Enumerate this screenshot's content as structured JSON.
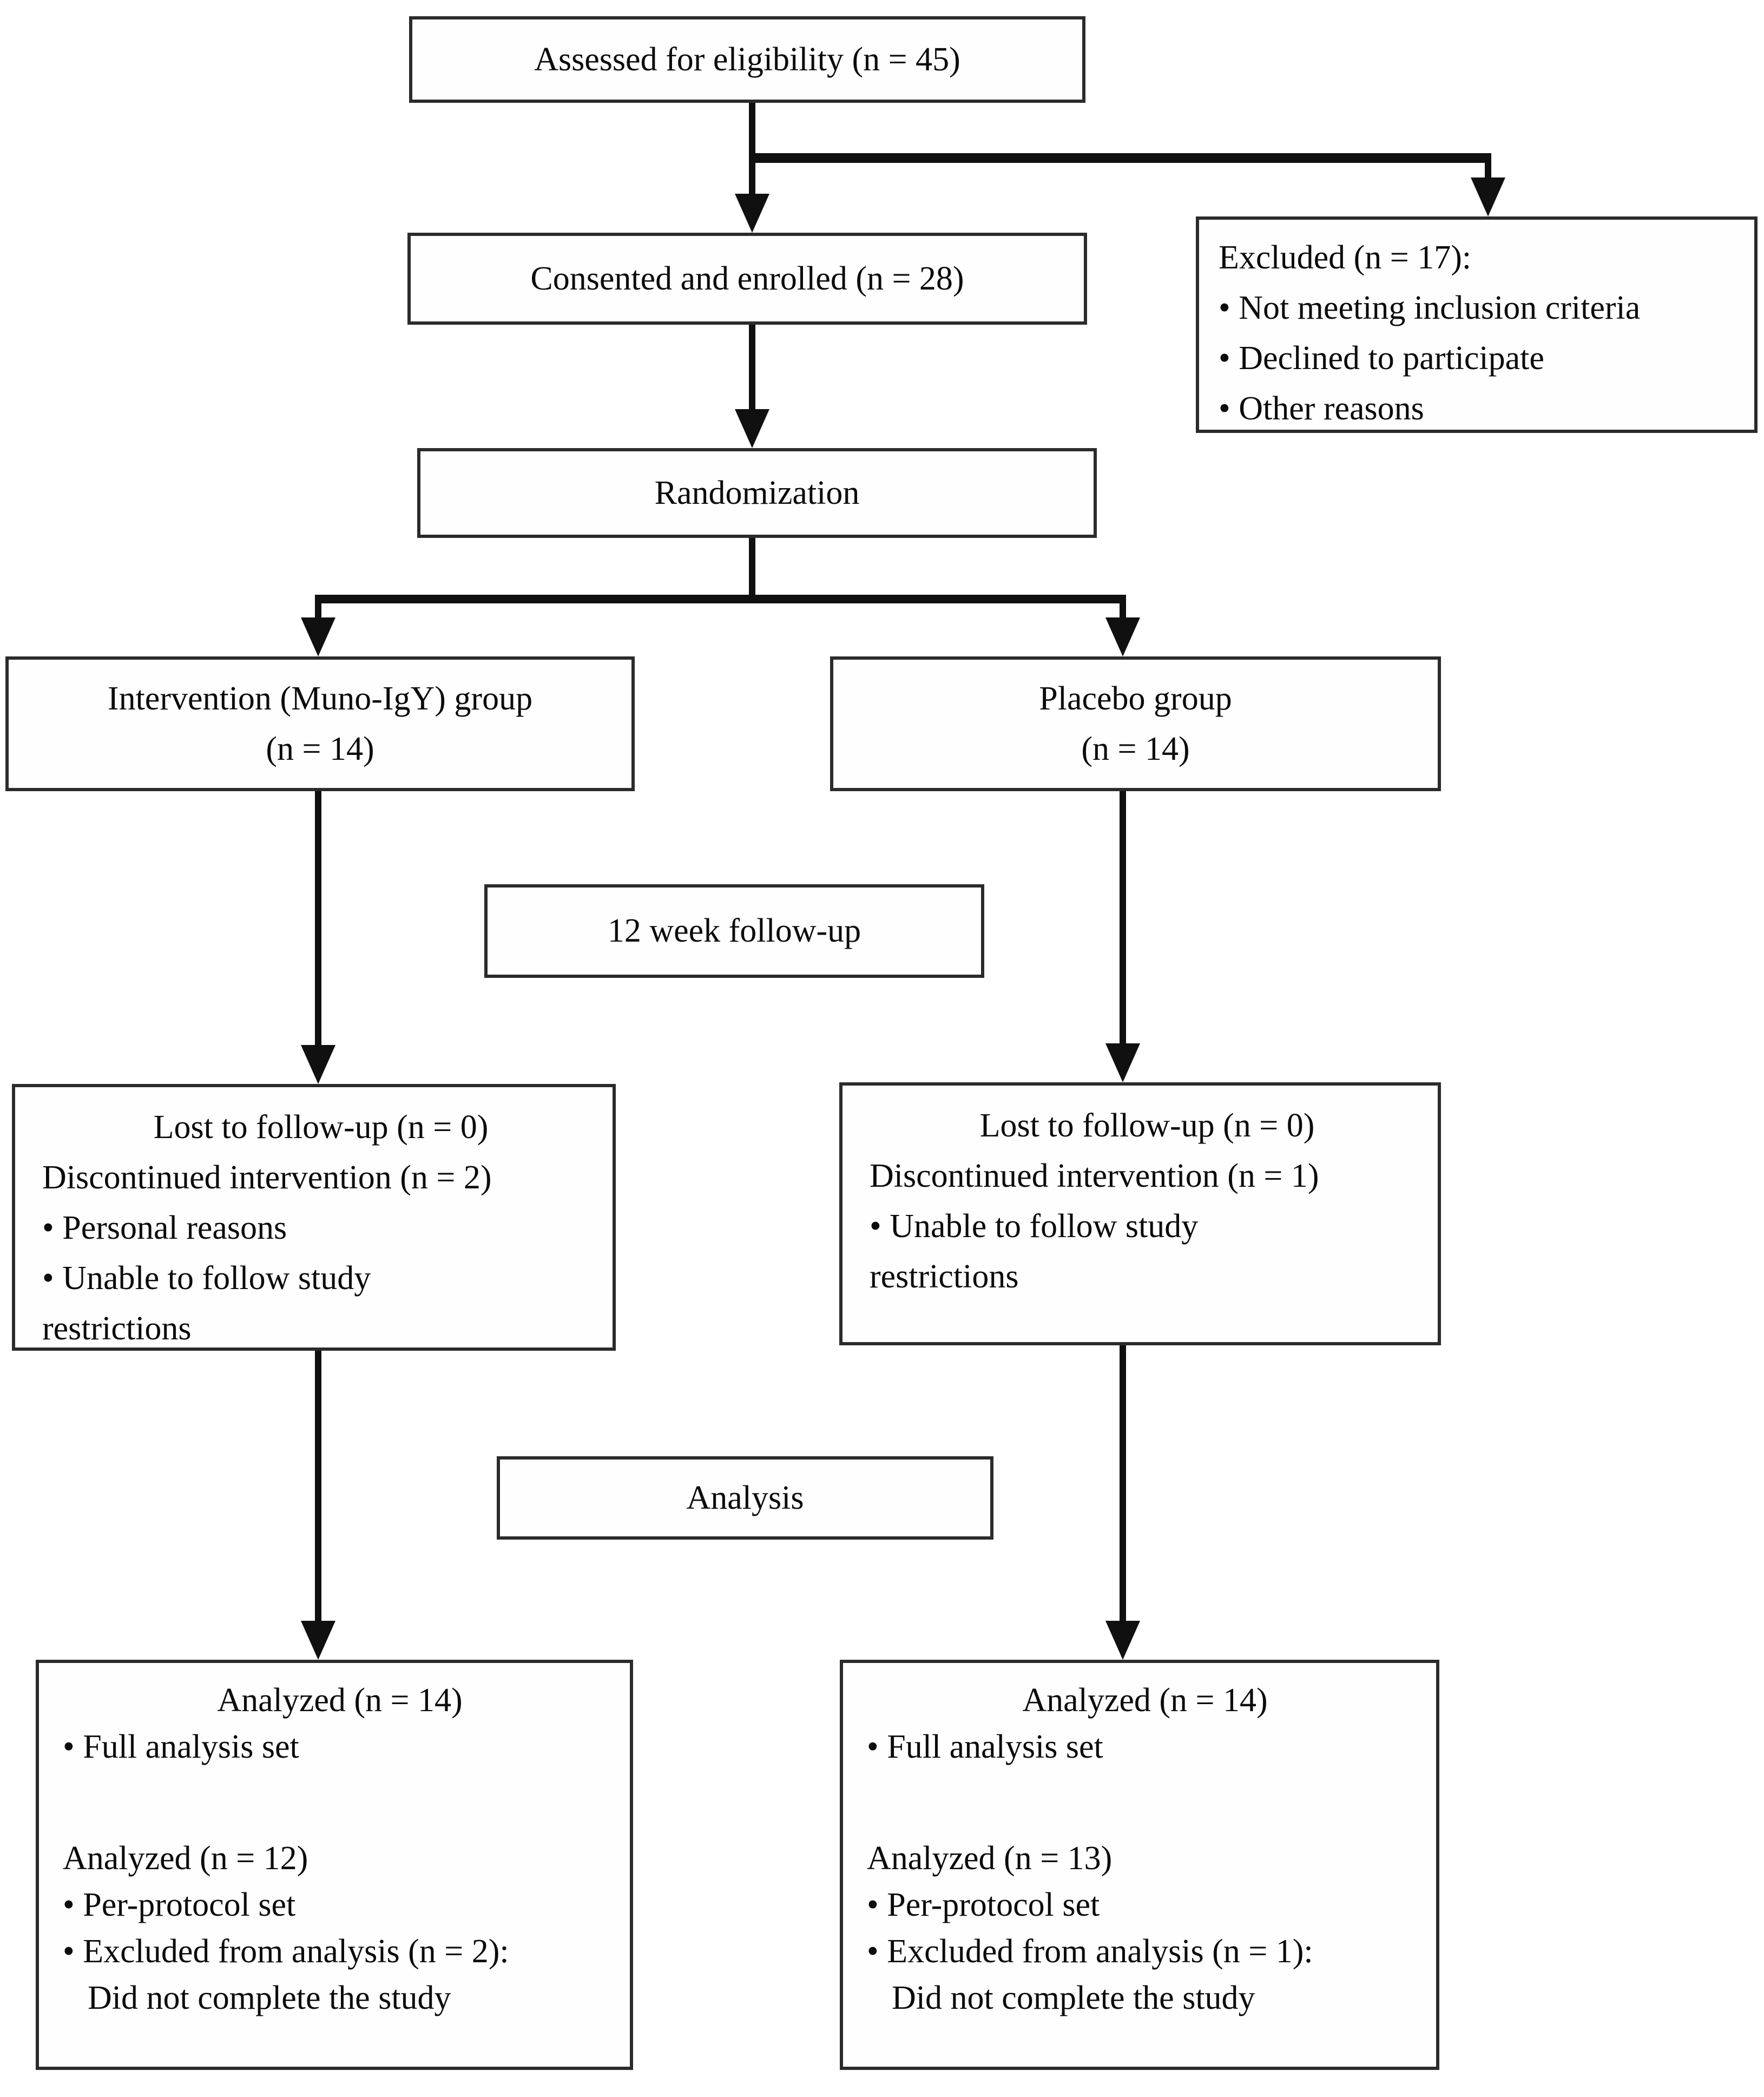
{
  "title": "CONSORT participant flow diagram",
  "boxes": {
    "assessed": {
      "text": "Assessed for eligibility (n = 45)"
    },
    "consented": {
      "text": "Consented and enrolled (n = 28)"
    },
    "excluded": {
      "lines": [
        "Excluded (n = 17):",
        "• Not meeting inclusion criteria",
        "• Declined to participate",
        "• Other reasons"
      ]
    },
    "randomization": {
      "text": "Randomization"
    },
    "intervention": {
      "line1": "Intervention (Muno-IgY) group",
      "line2": "(n = 14)"
    },
    "placebo": {
      "line1": "Placebo group",
      "line2": "(n = 14)"
    },
    "followup": {
      "text": "12 week follow-up"
    },
    "lost_left": {
      "header": "Lost to follow-up (n = 0)",
      "lines": [
        "Discontinued intervention (n = 2)",
        "• Personal reasons",
        "• Unable to follow study",
        "restrictions"
      ]
    },
    "lost_right": {
      "header": "Lost to follow-up (n = 0)",
      "lines": [
        "Discontinued intervention (n = 1)",
        "• Unable to follow study",
        "restrictions"
      ]
    },
    "analysis": {
      "text": "Analysis"
    },
    "analyzed_left": {
      "header": "Analyzed (n = 14)",
      "full_set": "• Full analysis set",
      "header2": "Analyzed (n = 12)",
      "lines": [
        "• Per-protocol set",
        "• Excluded from analysis (n = 2):"
      ],
      "continuation": "Did not complete the study"
    },
    "analyzed_right": {
      "header": "Analyzed (n = 14)",
      "full_set": "• Full analysis set",
      "header2": "Analyzed (n = 13)",
      "lines": [
        "• Per-protocol set",
        "• Excluded from analysis (n = 1):"
      ],
      "continuation": "Did not complete the study"
    }
  },
  "colors": {
    "line": "#101010",
    "border": "#2b2b2b",
    "background": "#ffffff"
  }
}
